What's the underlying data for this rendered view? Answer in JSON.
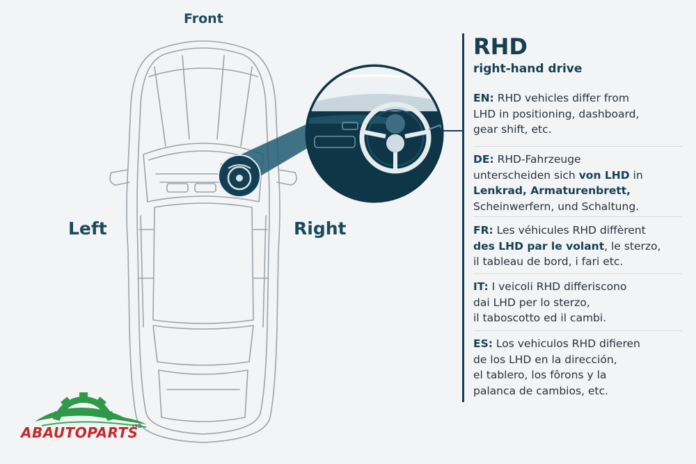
{
  "labels": {
    "front": "Front",
    "left": "Left",
    "right": "Right"
  },
  "panel": {
    "title": "RHD",
    "subtitle": "right-hand drive"
  },
  "entries": {
    "en": {
      "line1_prefix": "EN:",
      "line1_rest": " RHD vehicles differ from",
      "line2": "LHD in positioning, dashboard,",
      "line3": "gear shift, etc."
    },
    "de": {
      "line1_prefix": "DE:",
      "line1_rest": " RHD-Fahrzeuge",
      "line2_plain": "unterscheiden sich ",
      "line2_bold": "von LHD",
      "line2_tail": " in",
      "line3_bold": "Lenkrad, Armaturenbrett,",
      "line4": "Scheinwerfern, und Schaltung."
    },
    "fr": {
      "line1_prefix": "FR:",
      "line1_rest": " Les véhicules RHD diffèrent",
      "line2_bold": "des LHD par le volant",
      "line2_tail": ", le sterzo,",
      "line3": "il tableau de bord, i fari etc."
    },
    "it": {
      "line1_prefix": "IT:",
      "line1_rest": " I veicoli RHD differiscono",
      "line2": "dai LHD per lo sterzo,",
      "line3": "il taboscotto ed il cambi."
    },
    "es": {
      "line1_prefix": "ES:",
      "line1_rest": " Los vehiculos RHD difieren",
      "line2": "de los LHD en la dirección,",
      "line3": "el tablero, los fôrons y la",
      "line4": "palanca de cambios, etc."
    }
  },
  "logo": {
    "brand_ab": "AB",
    "brand_rest": "AUTOPARTS",
    "suffix": "LTD",
    "colors": {
      "gear": "#2e9a48",
      "text": "#c6282b"
    },
    "icon": "gear-car-logo"
  },
  "colors": {
    "accent": "#173f52",
    "callout_fill": "#113d4f",
    "background": "#f3f4f5"
  }
}
